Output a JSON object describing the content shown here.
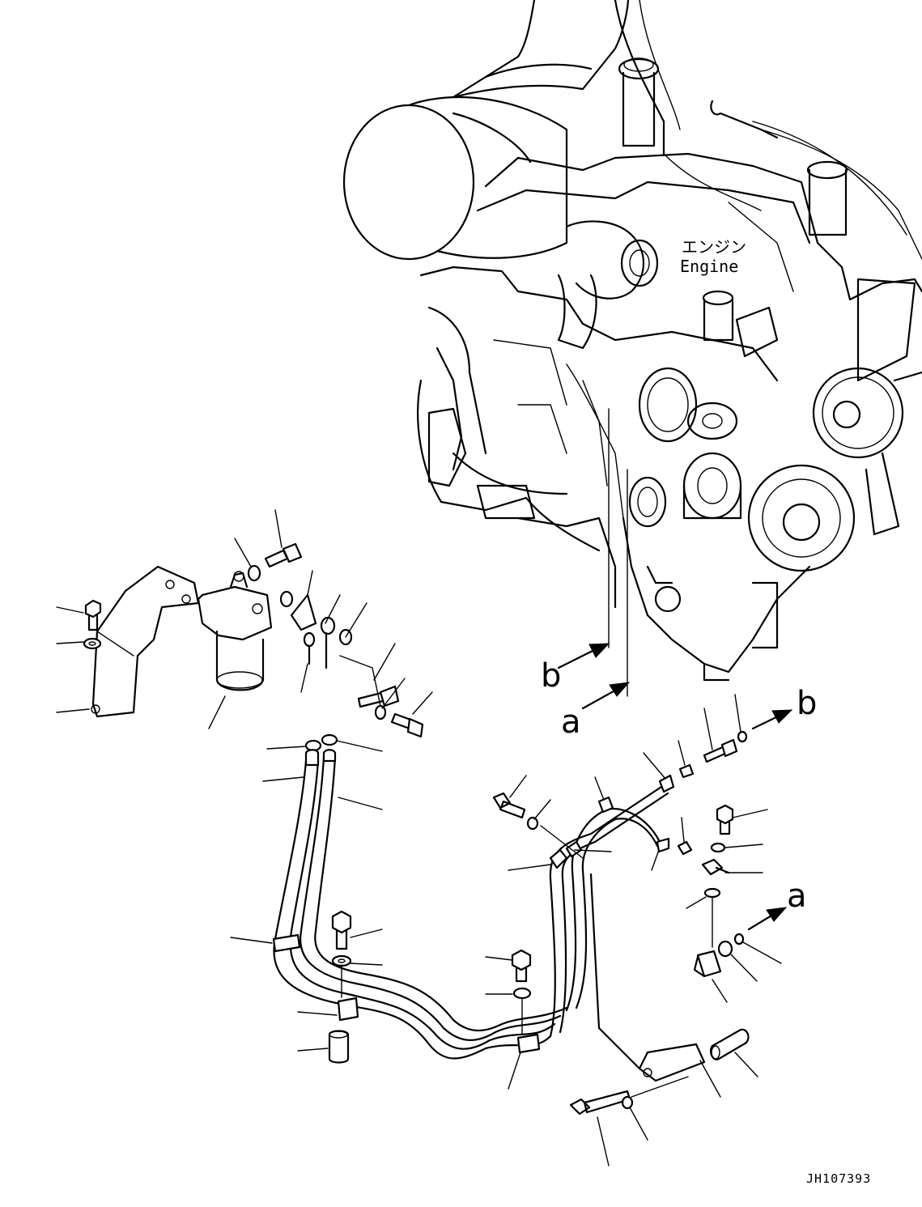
{
  "labels": {
    "engine_jp": "エンジン",
    "engine_en": "Engine",
    "callout_a": "a",
    "callout_b": "b",
    "drawing_ref": "JH107393"
  },
  "icons": {
    "arrow": "callout-arrow-icon"
  }
}
